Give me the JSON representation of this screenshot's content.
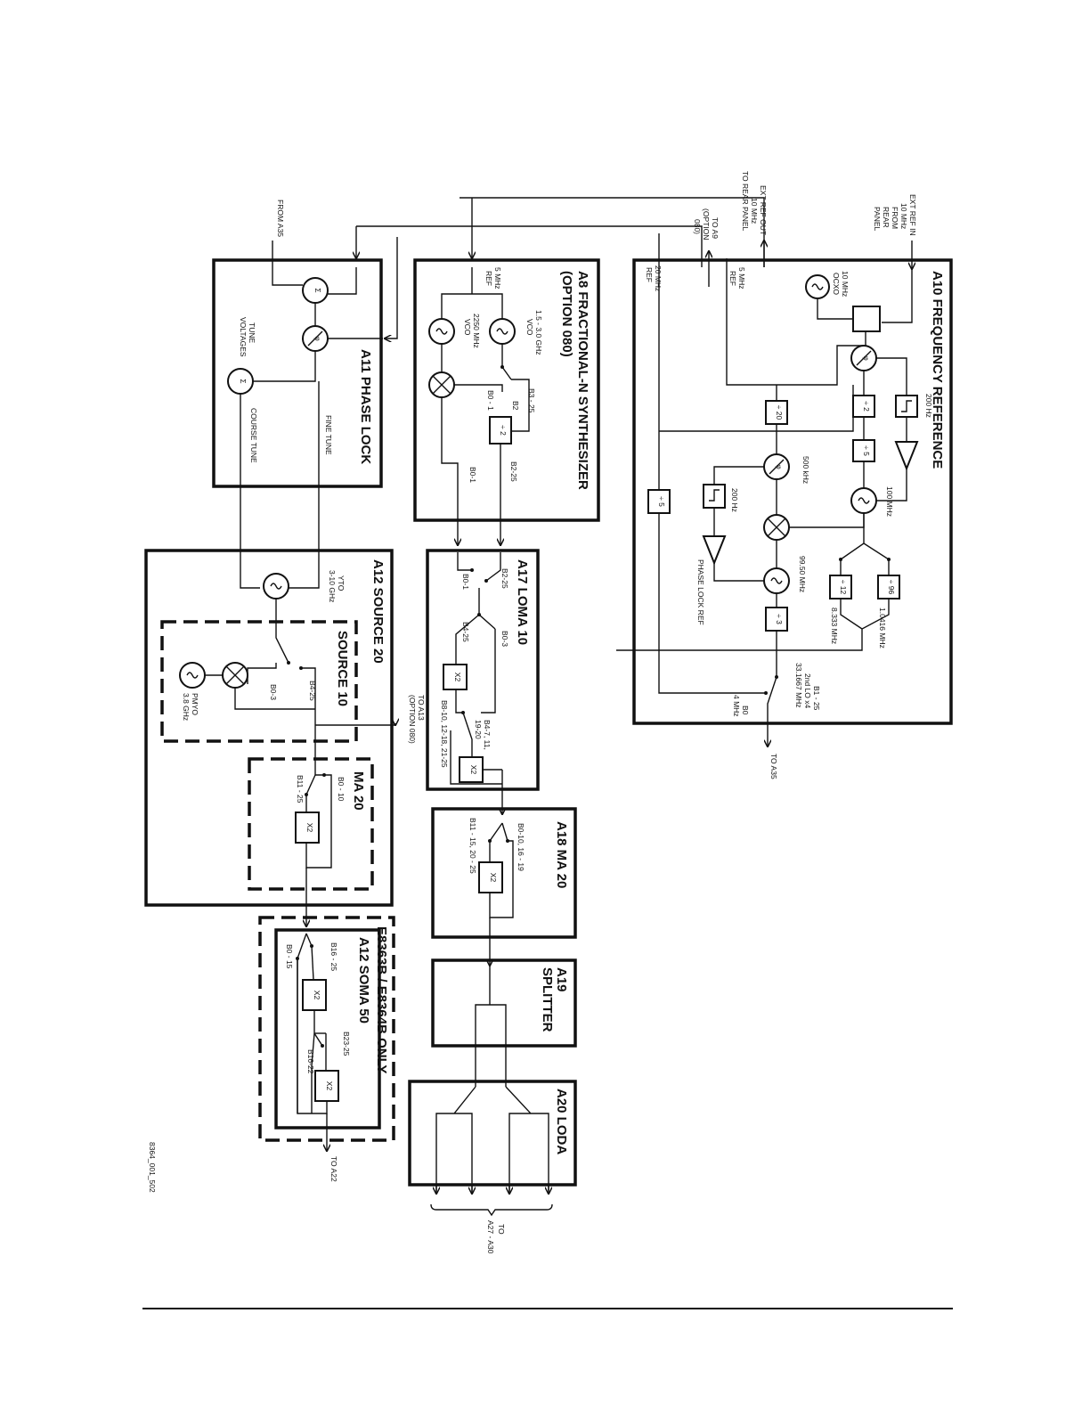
{
  "blocks": {
    "a10": "A10 FREQUENCY REFERENCE",
    "a8": "A8 FRACTIONAL-N SYNTHESIZER",
    "a8_option": "(OPTION 080)",
    "a11": "A11 PHASE LOCK",
    "a17": "A17 LOMA 10",
    "a12_source20": "A12 SOURCE 20",
    "source10": "SOURCE 10",
    "ma20_inner": "MA 20",
    "a18": "A18 MA 20",
    "a19_line1": "A19",
    "a19_line2": "SPLITTER",
    "a20": "A20  LODA",
    "soma_line1": "E8363B / E8364B ONLY",
    "soma_line2": "A12 SOMA 50"
  },
  "top_labels": {
    "ext_ref_in": [
      "EXT REF IN",
      "10 MHz",
      "FROM",
      "REAR",
      "PANEL"
    ],
    "ext_ref_out": [
      "EXT REF OUT",
      "10 MHz",
      "TO REAR PANEL"
    ],
    "to_a9": [
      "TO A9",
      "(OPTION",
      "080)"
    ],
    "from_a35": "FROM A35"
  },
  "a10_labels": {
    "ocxo": [
      "10 MHz",
      "OCXO"
    ],
    "lpf200": "200 Hz",
    "div2": "÷ 2",
    "div5": "÷ 5",
    "div20": "÷ 20",
    "div5_left": "÷ 5",
    "vco100": "100 MHz",
    "pd500": "500 kHz",
    "lpf200b": "200 Hz",
    "phase_lock_ref": "PHASE LOCK REF",
    "vco9950": "99.50 MHz",
    "div3": "÷ 3",
    "div12": "÷ 12",
    "div96": "÷ 96",
    "f8333": "8.333 MHz",
    "f10416": "1.0416 MHz",
    "ref5": [
      "5 MHz",
      "REF"
    ],
    "ref20": [
      "20 MHz",
      "REF"
    ],
    "lo_band": [
      "B1 - 25",
      "2nd LO x4",
      "33.1667 MHz"
    ],
    "b0": [
      "B0",
      "4 MHz"
    ],
    "to_a35": "TO A35"
  },
  "a8_labels": {
    "ref5": [
      "5 MHz",
      "REF"
    ],
    "vco_hi": [
      "1.5 - 3.0 GHz",
      "VCO"
    ],
    "vco_lo": [
      "2250 MHz",
      "VCO"
    ],
    "b3_25": "B3 - 25",
    "b2": "B2",
    "b0_1": "B0 - 1",
    "div2": "÷ 2",
    "out_b2_25": "B2-25",
    "out_b0_1": "B0-1"
  },
  "a11_labels": {
    "tune_voltages": [
      "TUNE",
      "VOLTAGES"
    ],
    "fine_tune": "FINE TUNE",
    "course_tune": "COURSE TUNE"
  },
  "a17_labels": {
    "b0_1": "B0-1",
    "b2_25": "B2-25",
    "b0_3": "B0-3",
    "b4_25": "B4-25",
    "b4_7": [
      "B4-7, 11,",
      "19-20"
    ],
    "b8_10": "B8-10, 12-18, 21-25",
    "x2a": "X2",
    "x2b": "X2"
  },
  "a12_labels": {
    "yto": [
      "YTO",
      "3-10 GHz"
    ],
    "b4_25": "B4-25",
    "b0_3": "B0-3",
    "pmyo": [
      "PMYO",
      "3.8 GHz"
    ],
    "to_a13": [
      "TO A13",
      "(OPTION 080)"
    ],
    "b0_10": "B0 - 10",
    "b11_25": "B11 - 25",
    "x2": "X2"
  },
  "a18_labels": {
    "b0_10": "B0-10, 16 - 19",
    "b11_15": "B11 - 15, 20 - 25",
    "x2": "X2"
  },
  "soma_labels": {
    "b16_25": "B16 - 25",
    "b0_15": "B0 - 15",
    "b23_25": "B23-25",
    "b16_22": "B16-22",
    "x2a": "X2",
    "x2b": "X2",
    "to_a22": "TO A22"
  },
  "a20_labels": {
    "to_a27": [
      "TO",
      "A27 - A30"
    ]
  },
  "figure_id": "8364_001_502"
}
